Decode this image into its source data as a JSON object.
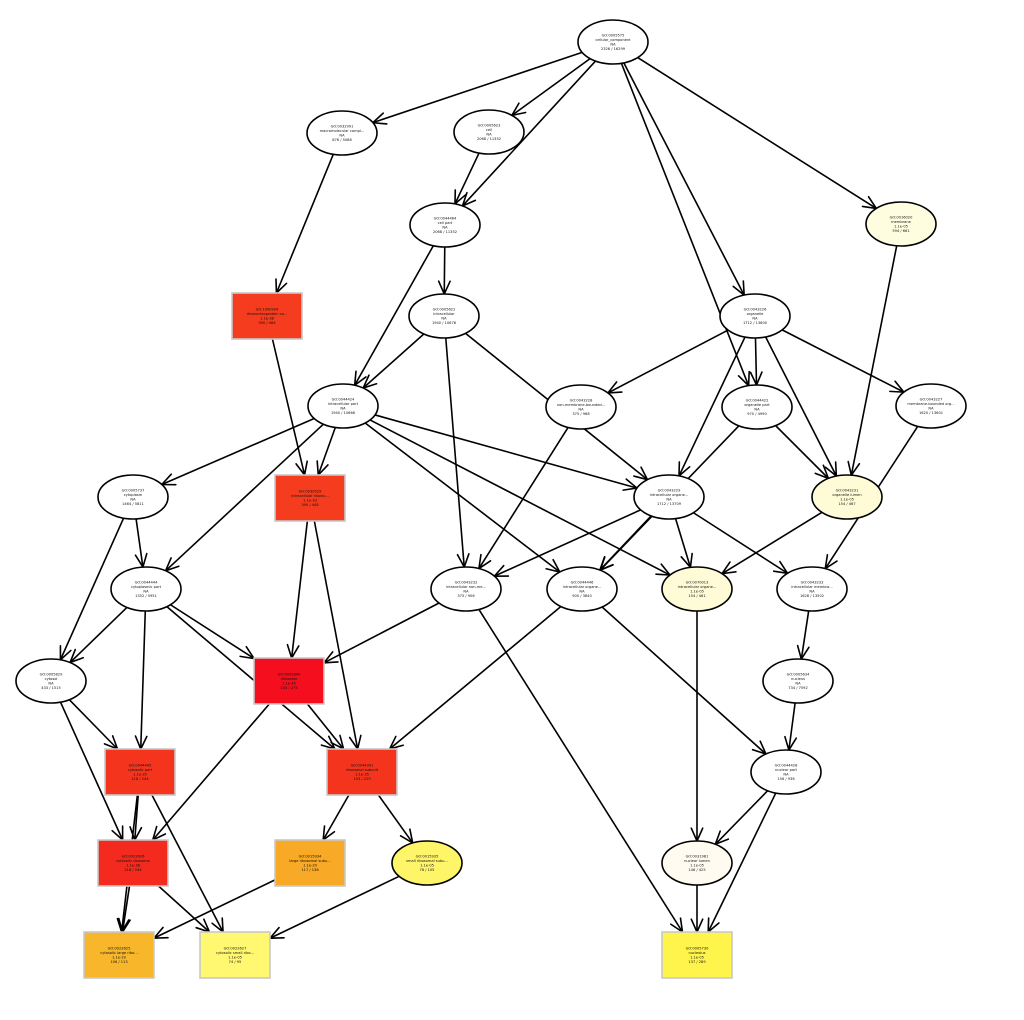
{
  "nodes": [
    {
      "id": "GO:0005575",
      "lines": [
        "GO:0005575",
        "cellular_component",
        "NA",
        "2326 / 16299"
      ],
      "shape": "ellipse",
      "fill": "#ffffff"
    },
    {
      "id": "GO:0032991",
      "lines": [
        "GO:0032991",
        "macromolecular compl...",
        "NA",
        "876 / 5086"
      ],
      "shape": "ellipse",
      "fill": "#ffffff"
    },
    {
      "id": "GO:0005623",
      "lines": [
        "GO:0005623",
        "cell",
        "NA",
        "2068 / 11352"
      ],
      "shape": "ellipse",
      "fill": "#ffffff"
    },
    {
      "id": "GO:0044464",
      "lines": [
        "GO:0044464",
        "cell part",
        "NA",
        "2068 / 11352"
      ],
      "shape": "ellipse",
      "fill": "#ffffff"
    },
    {
      "id": "GO:0016020",
      "lines": [
        "GO:0016020",
        "membrane",
        "1.1e-05",
        "594 / 661"
      ],
      "shape": "ellipse",
      "fill": "#fffde0"
    },
    {
      "id": "GO:1990904",
      "lines": [
        "GO:1990904",
        "ribonucleoprotein co...",
        "1.1e-38",
        "390 / 464"
      ],
      "shape": "rect",
      "fill": "#f53c1e"
    },
    {
      "id": "GO:0005622",
      "lines": [
        "GO:0005622",
        "intracellular",
        "NA",
        "1940 / 10676"
      ],
      "shape": "ellipse",
      "fill": "#ffffff"
    },
    {
      "id": "GO:0043226",
      "lines": [
        "GO:0043226",
        "organelle",
        "NA",
        "1712 / 13600"
      ],
      "shape": "ellipse",
      "fill": "#ffffff"
    },
    {
      "id": "GO:0044424",
      "lines": [
        "GO:0044424",
        "intracellular part",
        "NA",
        "1940 / 10666"
      ],
      "shape": "ellipse",
      "fill": "#ffffff"
    },
    {
      "id": "GO:0043228",
      "lines": [
        "GO:0043228",
        "non-membrane-bounded...",
        "NA",
        "375 / 968"
      ],
      "shape": "ellipse",
      "fill": "#ffffff"
    },
    {
      "id": "GO:0044422",
      "lines": [
        "GO:0044422",
        "organelle part",
        "NA",
        "970 / 4990"
      ],
      "shape": "ellipse",
      "fill": "#ffffff"
    },
    {
      "id": "GO:0043227",
      "lines": [
        "GO:0043227",
        "membrane-bounded org...",
        "NA",
        "1620 / 13601"
      ],
      "shape": "ellipse",
      "fill": "#ffffff"
    },
    {
      "id": "GO:0005737",
      "lines": [
        "GO:0005737",
        "cytoplasm",
        "NA",
        "1464 / 5811"
      ],
      "shape": "ellipse",
      "fill": "#ffffff"
    },
    {
      "id": "GO:0030529",
      "lines": [
        "GO:0030529",
        "intracellular ribonu...",
        "1.1e-33",
        "390 / 448"
      ],
      "shape": "rect",
      "fill": "#f53c1e"
    },
    {
      "id": "GO:0043229",
      "lines": [
        "GO:0043229",
        "intracellular organe...",
        "NA",
        "1712 / 13709"
      ],
      "shape": "ellipse",
      "fill": "#ffffff"
    },
    {
      "id": "GO:0043231",
      "lines": [
        "GO:0043231",
        "organelle lumen",
        "1.1e-05",
        "154 / 467"
      ],
      "shape": "ellipse",
      "fill": "#fffbd6"
    },
    {
      "id": "GO:0044444",
      "lines": [
        "GO:0044444",
        "cytoplasmic part",
        "NA",
        "1352 / 5951"
      ],
      "shape": "ellipse",
      "fill": "#ffffff"
    },
    {
      "id": "GO:0043232",
      "lines": [
        "GO:0043232",
        "intracellular non-me...",
        "NA",
        "375 / 906"
      ],
      "shape": "ellipse",
      "fill": "#ffffff"
    },
    {
      "id": "GO:0044446",
      "lines": [
        "GO:0044446",
        "intracellular organe...",
        "NA",
        "900 / 3840"
      ],
      "shape": "ellipse",
      "fill": "#ffffff"
    },
    {
      "id": "GO:0070013",
      "lines": [
        "GO:0070013",
        "intracellular organe...",
        "1.1e-05",
        "154 / 461"
      ],
      "shape": "ellipse",
      "fill": "#fffbd6"
    },
    {
      "id": "GO:0043233",
      "lines": [
        "GO:0043233",
        "intracellular membra...",
        "NA",
        "1628 / 13502"
      ],
      "shape": "ellipse",
      "fill": "#ffffff"
    },
    {
      "id": "GO:0005829",
      "lines": [
        "GO:0005829",
        "cytosol",
        "NA",
        "433 / 1515"
      ],
      "shape": "ellipse",
      "fill": "#ffffff"
    },
    {
      "id": "GO:0005840",
      "lines": [
        "GO:0005840",
        "ribosome",
        "1.1e-45",
        "243 / 275"
      ],
      "shape": "rect",
      "fill": "#f50f1e"
    },
    {
      "id": "GO:0005634",
      "lines": [
        "GO:0005634",
        "nucleus",
        "NA",
        "734 / 7592"
      ],
      "shape": "ellipse",
      "fill": "#ffffff"
    },
    {
      "id": "GO:0044445",
      "lines": [
        "GO:0044445",
        "cytosolic part",
        "1.1e-35",
        "218 / 244"
      ],
      "shape": "rect",
      "fill": "#f5341e"
    },
    {
      "id": "GO:0044391",
      "lines": [
        "GO:0044391",
        "ribosomal subunit",
        "1.1e-35",
        "193 / 229"
      ],
      "shape": "rect",
      "fill": "#f5341e"
    },
    {
      "id": "GO:0044428",
      "lines": [
        "GO:0044428",
        "nuclear part",
        "NA",
        "156 / 936"
      ],
      "shape": "ellipse",
      "fill": "#ffffff"
    },
    {
      "id": "GO:0022626",
      "lines": [
        "GO:0022626",
        "cytosolic ribosome",
        "1.1e-38",
        "218 / 244"
      ],
      "shape": "rect",
      "fill": "#f52a1e"
    },
    {
      "id": "GO:0015934",
      "lines": [
        "GO:0015934",
        "large ribosomal subu...",
        "1.1e-20",
        "117 / 136"
      ],
      "shape": "rect",
      "fill": "#f8a925"
    },
    {
      "id": "GO:0015935",
      "lines": [
        "GO:0015935",
        "small ribosomal subu...",
        "1.1e-05",
        "76 / 105"
      ],
      "shape": "ellipse",
      "fill": "#fff568"
    },
    {
      "id": "GO:0031981",
      "lines": [
        "GO:0031981",
        "nuclear lumen",
        "1.1e-05",
        "146 / 425"
      ],
      "shape": "ellipse",
      "fill": "#fffbf0"
    },
    {
      "id": "GO:0022625",
      "lines": [
        "GO:0022625",
        "cytosolic large ribo...",
        "1.1e-20",
        "106 / 113"
      ],
      "shape": "rect",
      "fill": "#f8b62b"
    },
    {
      "id": "GO:0022627",
      "lines": [
        "GO:0022627",
        "cytosolic small ribo...",
        "1.1e-05",
        "74 / 95"
      ],
      "shape": "rect",
      "fill": "#fff870"
    },
    {
      "id": "GO:0005730",
      "lines": [
        "GO:0005730",
        "nucleolus",
        "1.1e-05",
        "137 / 289"
      ],
      "shape": "rect",
      "fill": "#fff44c"
    }
  ],
  "edges": [
    [
      "GO:0005575",
      "GO:0032991"
    ],
    [
      "GO:0005575",
      "GO:0005623"
    ],
    [
      "GO:0005575",
      "GO:0044464"
    ],
    [
      "GO:0005575",
      "GO:0016020"
    ],
    [
      "GO:0005575",
      "GO:0043226"
    ],
    [
      "GO:0005575",
      "GO:0044422"
    ],
    [
      "GO:0032991",
      "GO:1990904"
    ],
    [
      "GO:0005623",
      "GO:0044464"
    ],
    [
      "GO:0044464",
      "GO:0005622"
    ],
    [
      "GO:0044464",
      "GO:0044424"
    ],
    [
      "GO:0005622",
      "GO:0044424"
    ],
    [
      "GO:0005622",
      "GO:0043229"
    ],
    [
      "GO:0005622",
      "GO:0043232"
    ],
    [
      "GO:1990904",
      "GO:0030529"
    ],
    [
      "GO:0044424",
      "GO:0005737"
    ],
    [
      "GO:0044424",
      "GO:0030529"
    ],
    [
      "GO:0044424",
      "GO:0044444"
    ],
    [
      "GO:0044424",
      "GO:0043229"
    ],
    [
      "GO:0044424",
      "GO:0044446"
    ],
    [
      "GO:0044424",
      "GO:0070013"
    ],
    [
      "GO:0044424",
      "GO:0043229"
    ],
    [
      "GO:0043226",
      "GO:0043228"
    ],
    [
      "GO:0043226",
      "GO:0044422"
    ],
    [
      "GO:0043226",
      "GO:0043227"
    ],
    [
      "GO:0043226",
      "GO:0043231"
    ],
    [
      "GO:0043226",
      "GO:0043229"
    ],
    [
      "GO:0016020",
      "GO:0043231"
    ],
    [
      "GO:0043228",
      "GO:0043232"
    ],
    [
      "GO:0044422",
      "GO:0043231"
    ],
    [
      "GO:0044422",
      "GO:0044446"
    ],
    [
      "GO:0043227",
      "GO:0043233"
    ],
    [
      "GO:0005737",
      "GO:0044444"
    ],
    [
      "GO:0005737",
      "GO:0005829"
    ],
    [
      "GO:0030529",
      "GO:0005840"
    ],
    [
      "GO:0030529",
      "GO:0044391"
    ],
    [
      "GO:0043229",
      "GO:0043232"
    ],
    [
      "GO:0043229",
      "GO:0044446"
    ],
    [
      "GO:0043229",
      "GO:0070013"
    ],
    [
      "GO:0043229",
      "GO:0043233"
    ],
    [
      "GO:0043231",
      "GO:0070013"
    ],
    [
      "GO:0044444",
      "GO:0005829"
    ],
    [
      "GO:0044444",
      "GO:0005840"
    ],
    [
      "GO:0044444",
      "GO:0044445"
    ],
    [
      "GO:0044444",
      "GO:0044391"
    ],
    [
      "GO:0043232",
      "GO:0005840"
    ],
    [
      "GO:0043232",
      "GO:0005730"
    ],
    [
      "GO:0044446",
      "GO:0044391"
    ],
    [
      "GO:0044446",
      "GO:0044428"
    ],
    [
      "GO:0070013",
      "GO:0031981"
    ],
    [
      "GO:0043233",
      "GO:0005634"
    ],
    [
      "GO:0005634",
      "GO:0044428"
    ],
    [
      "GO:0005829",
      "GO:0044445"
    ],
    [
      "GO:0005829",
      "GO:0022626"
    ],
    [
      "GO:0005840",
      "GO:0044391"
    ],
    [
      "GO:0005840",
      "GO:0022626"
    ],
    [
      "GO:0044445",
      "GO:0022626"
    ],
    [
      "GO:0044445",
      "GO:0022625"
    ],
    [
      "GO:0044445",
      "GO:0022627"
    ],
    [
      "GO:0044391",
      "GO:0015934"
    ],
    [
      "GO:0044391",
      "GO:0015935"
    ],
    [
      "GO:0044428",
      "GO:0031981"
    ],
    [
      "GO:0044428",
      "GO:0005730"
    ],
    [
      "GO:0022626",
      "GO:0022625"
    ],
    [
      "GO:0022626",
      "GO:0022627"
    ],
    [
      "GO:0015934",
      "GO:0022625"
    ],
    [
      "GO:0015935",
      "GO:0022627"
    ],
    [
      "GO:0031981",
      "GO:0005730"
    ]
  ]
}
